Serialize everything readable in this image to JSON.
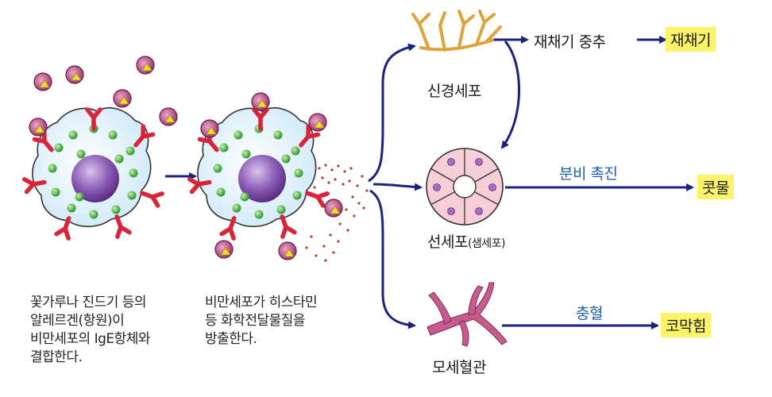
{
  "captions": {
    "step1": [
      "꽃가루나 진드기 등의",
      "알레르겐(항원)이",
      "비만세포의 IgE항체와",
      "결합한다."
    ],
    "step2": [
      "비만세포가 히스타민",
      "등 화학전달물질을",
      "방출한다."
    ]
  },
  "targets": {
    "nerve": "신경세포",
    "gland": "선세포",
    "gland_note": "(샘세포)",
    "capillary": "모세혈관"
  },
  "effects": {
    "nerve_path": "재채기 중추",
    "gland_path": "분비 촉진",
    "capillary_path": "충혈"
  },
  "results": {
    "nerve": "재채기",
    "gland": "콧물",
    "capillary": "코막힘"
  },
  "colors": {
    "arrow": "#1a237e",
    "antibody": "#d9243a",
    "allergen": "#b03a7a",
    "allergen_tip": "#f2dc2a",
    "granule": "#2faa3c",
    "cell_body": "#dff0fb",
    "nucleus": "#7d4fa3",
    "nerve": "#e0a23a",
    "gland": "#f6cfd6",
    "capillary": "#c95a8e",
    "highlight": "#fbf36a",
    "effect_text": "#1f5fae"
  }
}
